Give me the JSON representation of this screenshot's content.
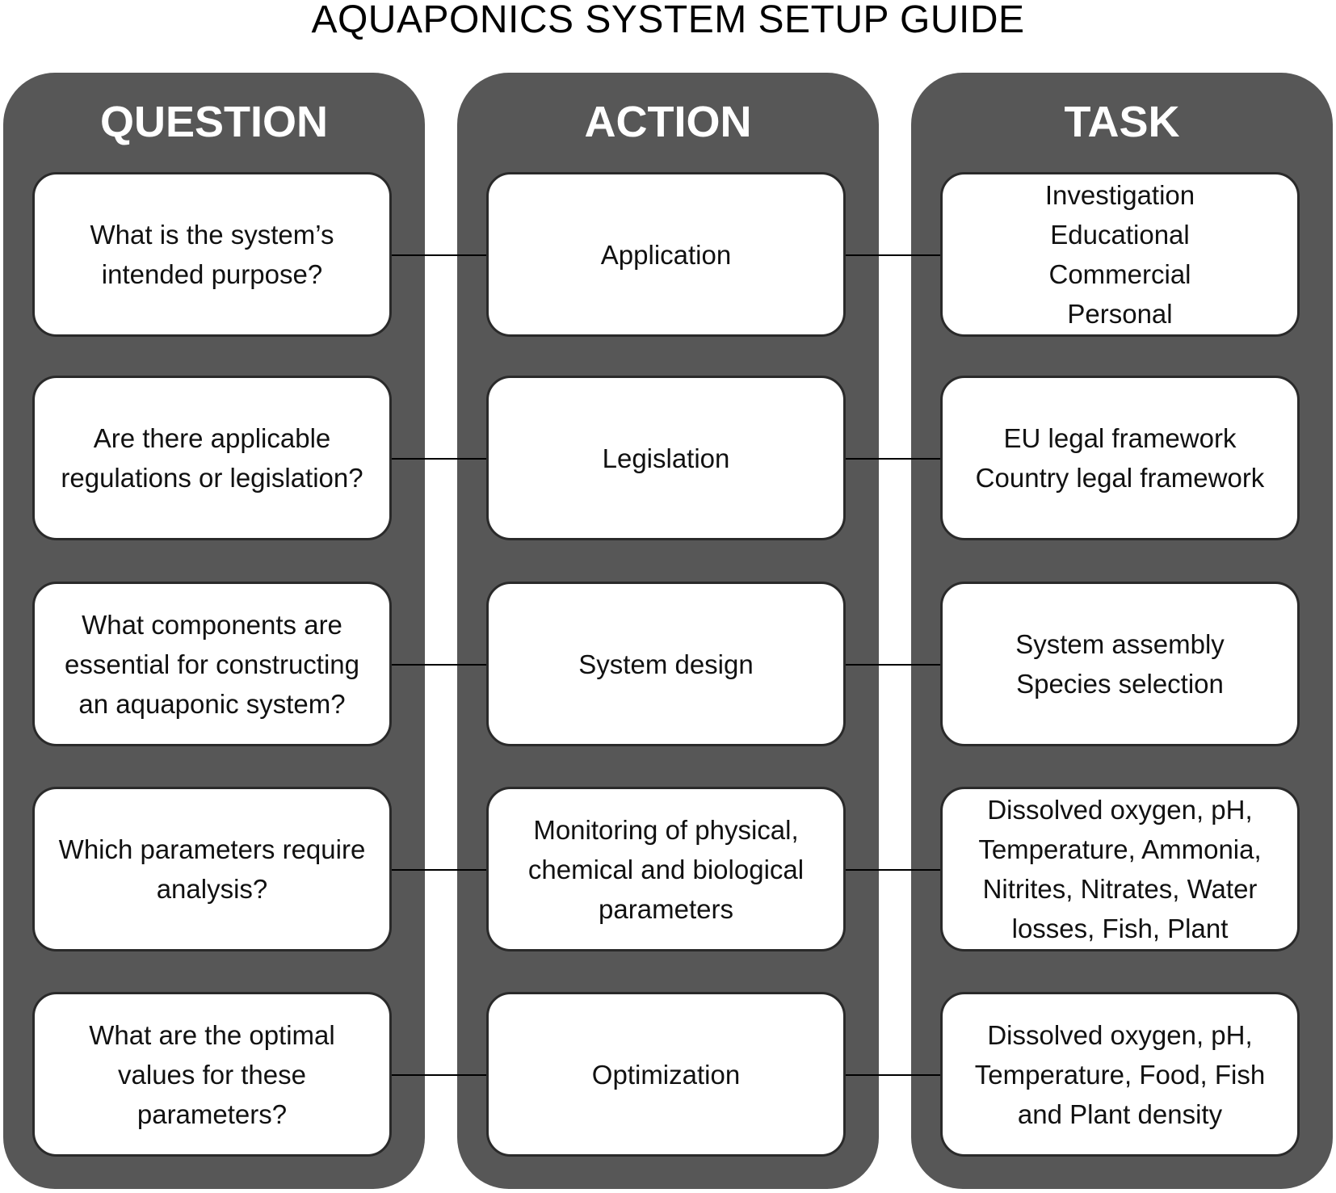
{
  "title": "AQUAPONICS SYSTEM SETUP GUIDE",
  "columns": {
    "question": "QUESTION",
    "action": "ACTION",
    "task": "TASK"
  },
  "rows": [
    {
      "question": [
        "What is the system’s",
        "intended purpose?"
      ],
      "action": [
        "Application"
      ],
      "task": [
        "Investigation",
        "Educational",
        "Commercial",
        "Personal"
      ]
    },
    {
      "question": [
        "Are there applicable",
        "regulations or legislation?"
      ],
      "action": [
        "Legislation"
      ],
      "task": [
        "EU legal framework",
        "Country legal framework"
      ]
    },
    {
      "question": [
        "What components are",
        "essential for constructing",
        "an aquaponic system?"
      ],
      "action": [
        "System design"
      ],
      "task": [
        "System assembly",
        "Species selection"
      ]
    },
    {
      "question": [
        "Which parameters require",
        "analysis?"
      ],
      "action": [
        "Monitoring of physical,",
        "chemical and biological",
        "parameters"
      ],
      "task": [
        "Dissolved oxygen, pH,",
        "Temperature, Ammonia,",
        "Nitrites, Nitrates, Water",
        "losses, Fish, Plant"
      ]
    },
    {
      "question": [
        "What are the optimal",
        "values for these",
        "parameters?"
      ],
      "action": [
        "Optimization"
      ],
      "task": [
        "Dissolved oxygen, pH,",
        "Temperature, Food, Fish",
        "and Plant density"
      ]
    }
  ]
}
